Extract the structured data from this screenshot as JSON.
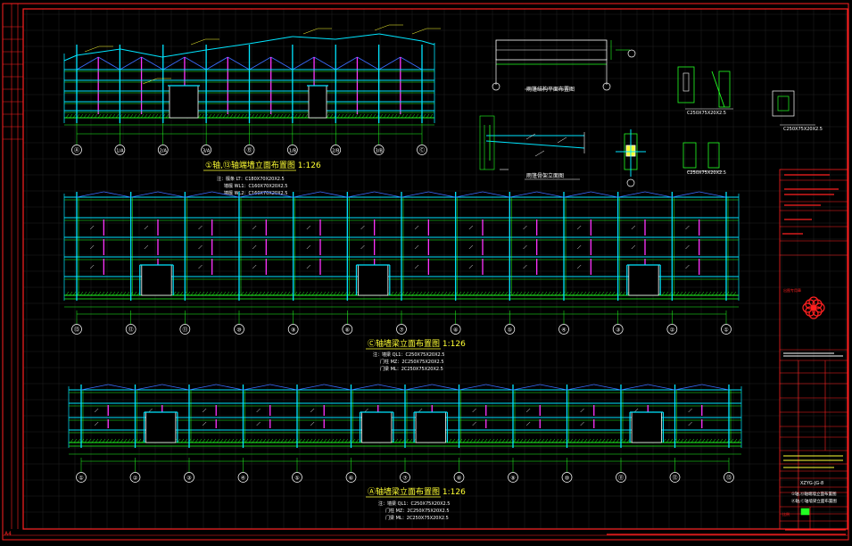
{
  "colors": {
    "background": "#000000",
    "border": "#ff2020",
    "grid": "#2a2a2a",
    "cyan": "#00e5ff",
    "green": "#22ff22",
    "blue": "#3a6bff",
    "magenta": "#ff33ff",
    "yellow": "#ffff33",
    "white": "#ffffff",
    "red": "#ff2020"
  },
  "views": {
    "top": {
      "title": "①轴,⑬轴端墙立面布置图 1:126",
      "notes": [
        "注：檩条 LT：C180X70X20X2.5",
        "墙檩 WL1：C160X70X20X2.5",
        "墙檩 WL2：C160X70X20X2.5"
      ],
      "axes": [
        "Ⓐ",
        "1/A",
        "2/A",
        "3/A",
        "Ⓑ",
        "1/B",
        "2/B",
        "3/B",
        "Ⓒ"
      ]
    },
    "mid": {
      "title": "Ⓒ轴墙梁立面布置图 1:126",
      "notes": [
        "注：墙梁 QL1：C250X75X20X2.5",
        "门柱 MZ：2C250X75X20X2.5",
        "门梁 ML：2C250X75X20X2.5"
      ],
      "axes": [
        "⑬",
        "⑫",
        "⑪",
        "⑩",
        "⑨",
        "⑧",
        "⑦",
        "⑥",
        "⑤",
        "④",
        "③",
        "②",
        "①"
      ]
    },
    "bot": {
      "title": "Ⓐ轴墙梁立面布置图 1:126",
      "notes": [
        "注：墙梁 QL1：C250X75X20X2.5",
        "门柱 MZ：2C250X75X20X2.5",
        "门梁 ML：2C250X75X20X2.5"
      ],
      "axes": [
        "①",
        "②",
        "③",
        "④",
        "⑤",
        "⑥",
        "⑦",
        "⑧",
        "⑨",
        "⑩",
        "⑪",
        "⑫",
        "⑬"
      ]
    }
  },
  "details": {
    "plan_title": "雨篷结构平面布置图",
    "elev_title": "雨篷骨架立面图",
    "labels": [
      "C250X75X20X2.5",
      "C250X75X20X2.5",
      "C250X75X20X2.5"
    ]
  },
  "title_block": {
    "stamp_label": "出图专用章",
    "drawing_no": "XZYG-JG-8",
    "sheet_title_1": "①轴,⑬轴端墙立面布置图",
    "sheet_title_2": "Ⓐ轴,Ⓒ轴墙梁立面布置图",
    "scale_label": "比例"
  },
  "corner_mark": "A4"
}
